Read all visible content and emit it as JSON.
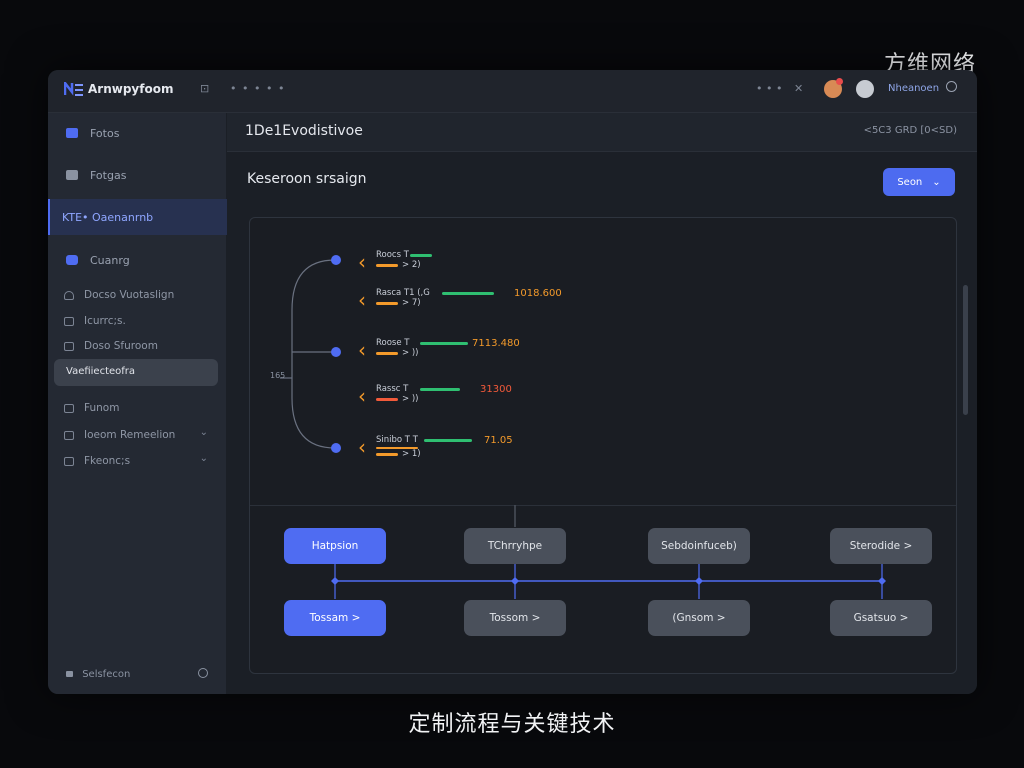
{
  "overlay": {
    "title": "方维网络",
    "caption": "定制流程与关键技术"
  },
  "app": {
    "name": "Arnwpyfoom",
    "toolbar_dots": "• • • • •",
    "toolbar_glyph_1": "⊡",
    "toolbar_glyph_2": "• • •",
    "toolbar_glyph_3": "✕",
    "user": "Nheanoen"
  },
  "sidebar": {
    "items": [
      {
        "label": "Fotos"
      },
      {
        "label": "Fotgas"
      },
      {
        "label": "KTE• Oaenanrnb"
      },
      {
        "label": "Cuanrg"
      }
    ],
    "subitems": [
      {
        "label": "Docso Vuotaslign"
      },
      {
        "label": "Icurrc;s."
      },
      {
        "label": "Doso Sfuroom"
      },
      {
        "label": "Vaefiiecteofra"
      },
      {
        "label": "Funom"
      },
      {
        "label": "Ioeom Remeelion"
      },
      {
        "label": "Fkeonc;s"
      }
    ],
    "footer": "Selsfecon"
  },
  "page": {
    "title": "1De1Evodistivoe",
    "tools": "<5C3  GRD  [0<SD)",
    "section_title": "Keseroon srsaign",
    "primary_button": "Seon"
  },
  "flow": {
    "root_label": "165",
    "logs": [
      {
        "line1": "Roocs T",
        "line2": "> 2)",
        "value": ""
      },
      {
        "line1": "Rasca T1 (,G",
        "line2": "> 7)",
        "value": "1018.600"
      },
      {
        "line1": "Roose T",
        "line2": "> ))",
        "value": "7113.480"
      },
      {
        "line1": "Rassc T",
        "line2": "> ))",
        "value": "31300"
      },
      {
        "line1": "Sinibo T T",
        "line2": "> 1)",
        "value": "71.05"
      }
    ],
    "nodes_top": [
      {
        "label": "Hatpsion"
      },
      {
        "label": "TChrryhpe"
      },
      {
        "label": "Sebdoinfuceb)"
      },
      {
        "label": "Sterodide  >"
      }
    ],
    "nodes_bottom": [
      {
        "label": "Tossam  >"
      },
      {
        "label": "Tossom  >"
      },
      {
        "label": "(Gnsom  >"
      },
      {
        "label": "Gsatsuo  >"
      }
    ]
  },
  "colors": {
    "accent": "#4f6cf2",
    "green": "#2fbf71",
    "orange": "#f39a2b",
    "red": "#f25a3a"
  }
}
